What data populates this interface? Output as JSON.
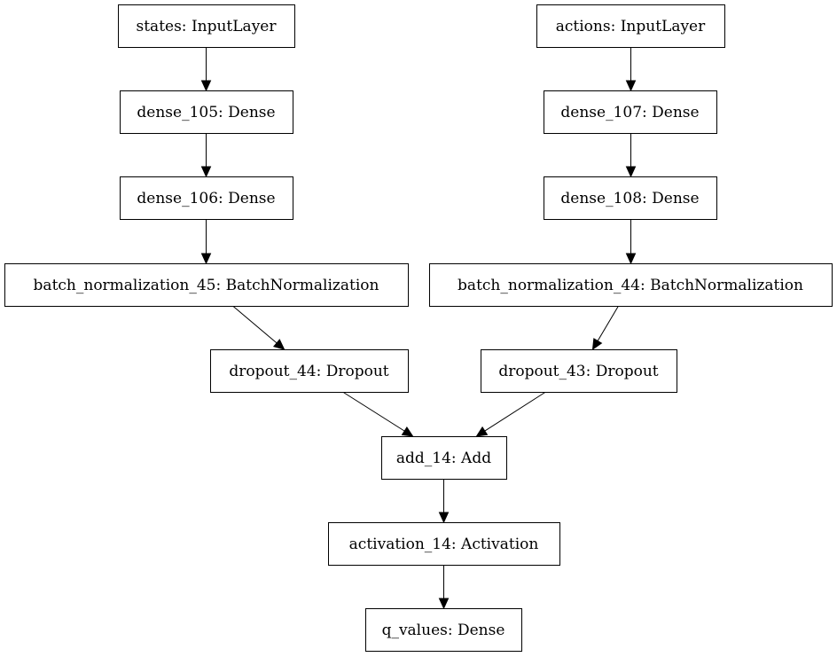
{
  "nodes": [
    {
      "id": "states",
      "label": "states: InputLayer"
    },
    {
      "id": "dense_105",
      "label": "dense_105: Dense"
    },
    {
      "id": "dense_106",
      "label": "dense_106: Dense"
    },
    {
      "id": "bn_45",
      "label": "batch_normalization_45: BatchNormalization"
    },
    {
      "id": "dropout_44",
      "label": "dropout_44: Dropout"
    },
    {
      "id": "actions",
      "label": "actions: InputLayer"
    },
    {
      "id": "dense_107",
      "label": "dense_107: Dense"
    },
    {
      "id": "dense_108",
      "label": "dense_108: Dense"
    },
    {
      "id": "bn_44",
      "label": "batch_normalization_44: BatchNormalization"
    },
    {
      "id": "dropout_43",
      "label": "dropout_43: Dropout"
    },
    {
      "id": "add_14",
      "label": "add_14: Add"
    },
    {
      "id": "activation_14",
      "label": "activation_14: Activation"
    },
    {
      "id": "q_values",
      "label": "q_values: Dense"
    }
  ],
  "edges": [
    {
      "from": "states",
      "to": "dense_105"
    },
    {
      "from": "dense_105",
      "to": "dense_106"
    },
    {
      "from": "dense_106",
      "to": "bn_45"
    },
    {
      "from": "bn_45",
      "to": "dropout_44"
    },
    {
      "from": "actions",
      "to": "dense_107"
    },
    {
      "from": "dense_107",
      "to": "dense_108"
    },
    {
      "from": "dense_108",
      "to": "bn_44"
    },
    {
      "from": "bn_44",
      "to": "dropout_43"
    },
    {
      "from": "dropout_44",
      "to": "add_14"
    },
    {
      "from": "dropout_43",
      "to": "add_14"
    },
    {
      "from": "add_14",
      "to": "activation_14"
    },
    {
      "from": "activation_14",
      "to": "q_values"
    }
  ]
}
